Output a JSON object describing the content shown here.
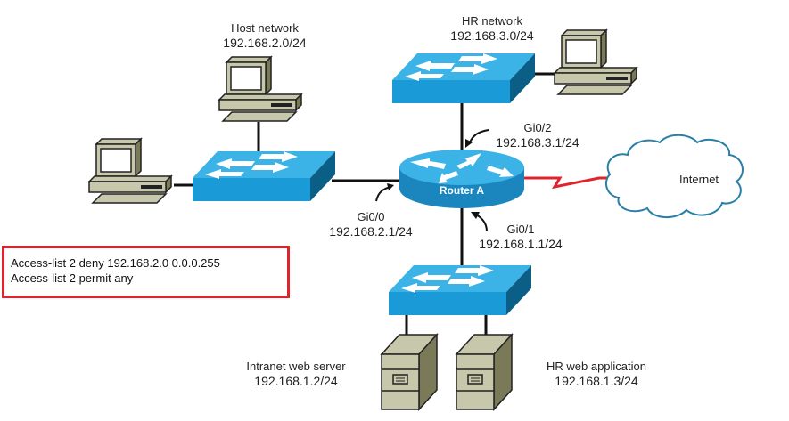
{
  "networks": {
    "host": {
      "name": "Host network",
      "subnet": "192.168.2.0/24"
    },
    "hr": {
      "name": "HR network",
      "subnet": "192.168.3.0/24"
    }
  },
  "router": {
    "name": "Router A",
    "interfaces": [
      {
        "name": "Gi0/0",
        "ip": "192.168.2.1/24"
      },
      {
        "name": "Gi0/1",
        "ip": "192.168.1.1/24"
      },
      {
        "name": "Gi0/2",
        "ip": "192.168.3.1/24"
      }
    ]
  },
  "internet": {
    "label": "Internet"
  },
  "servers": [
    {
      "name": "Intranet web server",
      "ip": "192.168.1.2/24"
    },
    {
      "name": "HR web application",
      "ip": "192.168.1.3/24"
    }
  ],
  "acl": {
    "lines": [
      "Access-list 2 deny 192.168.2.0 0.0.0.255",
      "Access-list 2 permit any"
    ]
  },
  "colors": {
    "device_blue": "#1a9ad6",
    "device_blue_top": "#3cb3e6",
    "device_blue_side": "#0b5f86",
    "pc_beige": "#c7c7ac",
    "pc_side": "#7a7a58",
    "wan_link": "#e0242d",
    "acl_border": "#e0242d",
    "cloud_stroke": "#2a7fa8"
  }
}
